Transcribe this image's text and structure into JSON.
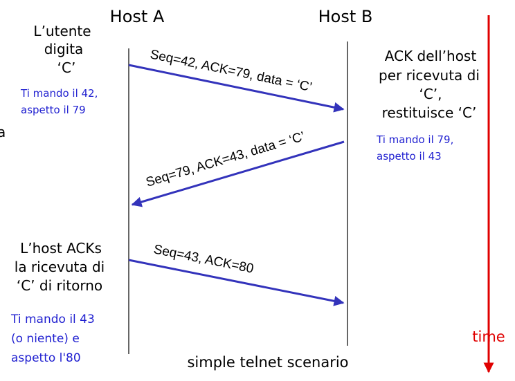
{
  "hosts": {
    "a": "Host A",
    "b": "Host B"
  },
  "notes": {
    "user_types": [
      "L’utente",
      "digita",
      "‘C’"
    ],
    "ti_a1": [
      "Ti mando il 42,",
      "aspetto il 79"
    ],
    "ack_host_b": [
      "ACK dell’host",
      "per ricevuta di",
      "‘C’,",
      "restituisce ‘C’"
    ],
    "ti_b": [
      "Ti mando il 79,",
      "aspetto il 43"
    ],
    "host_acks": [
      "L’host ACKs",
      "la ricevuta di",
      "‘C’ di ritorno"
    ],
    "ti_a2": [
      "Ti mando il 43",
      "(o niente) e",
      "aspetto l'80"
    ],
    "edge_fragment": "a"
  },
  "messages": [
    {
      "label": "Seq=42, ACK=79, data = ‘C’"
    },
    {
      "label": "Seq=79, ACK=43, data = ‘C’"
    },
    {
      "label": "Seq=43, ACK=80"
    }
  ],
  "caption": "simple telnet scenario",
  "time_label": "time",
  "colors": {
    "arrow": "#3333bb",
    "time": "#e00000",
    "note_blue": "#1f1fd0"
  }
}
